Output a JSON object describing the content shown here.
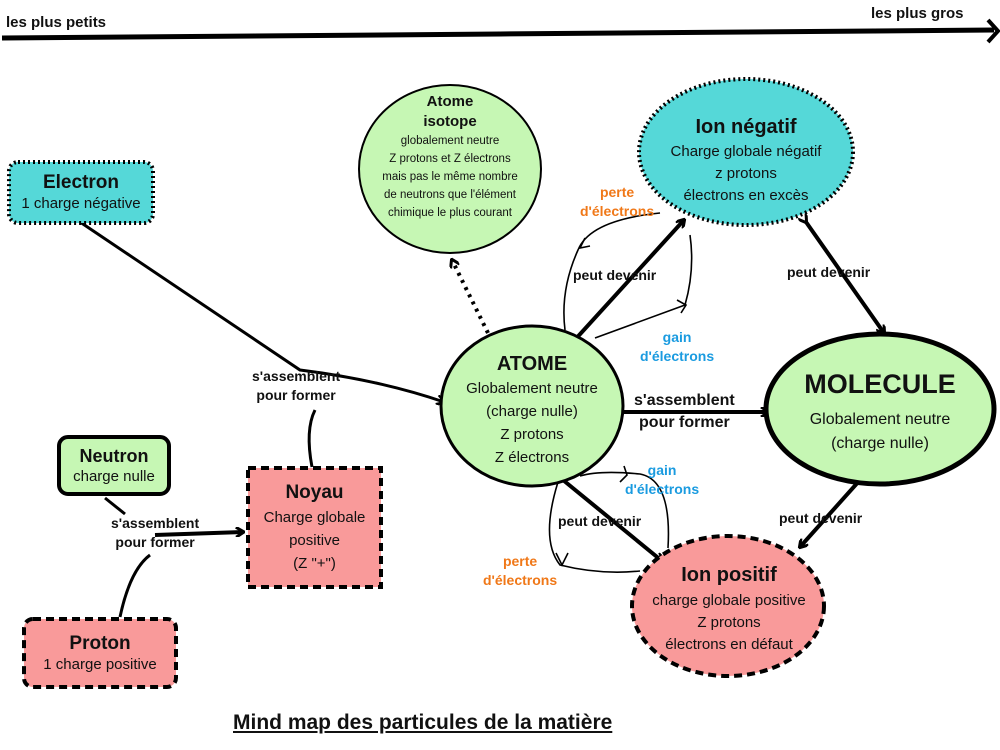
{
  "scale": {
    "left_label": "les plus petits",
    "right_label": "les plus gros"
  },
  "colors": {
    "green": "#c6f7b4",
    "cyan": "#55d8d8",
    "pink": "#f99a9a",
    "orange_text": "#f07818",
    "blue_text": "#1a9be0"
  },
  "nodes": {
    "electron": {
      "title": "Electron",
      "lines": [
        "1 charge négative"
      ]
    },
    "neutron": {
      "title": "Neutron",
      "lines": [
        "charge nulle"
      ]
    },
    "proton": {
      "title": "Proton",
      "lines": [
        "1 charge positive"
      ]
    },
    "noyau": {
      "title": "Noyau",
      "lines": [
        "Charge globale",
        "positive",
        "(Z \"+\")"
      ]
    },
    "isotope": {
      "title_1": "Atome",
      "title_2": "isotope",
      "lines": [
        "globalement neutre",
        "Z protons et Z électrons",
        "mais pas le même nombre",
        "de neutrons que l'élément",
        "chimique le plus courant"
      ]
    },
    "atome": {
      "title": "ATOME",
      "lines": [
        "Globalement neutre",
        "(charge nulle)",
        "Z protons",
        "Z électrons"
      ]
    },
    "ion_negatif": {
      "title": "Ion négatif",
      "lines": [
        "Charge globale négatif",
        "z protons",
        "électrons en excès"
      ]
    },
    "molecule": {
      "title": "MOLECULE",
      "lines": [
        "Globalement neutre",
        "(charge nulle)"
      ]
    },
    "ion_positif": {
      "title": "Ion positif",
      "lines": [
        "charge globale positive",
        "Z protons",
        "électrons en défaut"
      ]
    }
  },
  "links": {
    "assemble_1": [
      "s'assemblent",
      "pour former"
    ],
    "assemble_2": [
      "s'assemblent",
      "pour former"
    ],
    "assemble_3": [
      "s'assemblent",
      "pour former"
    ],
    "peut_devenir": "peut devenir",
    "perte": [
      "perte",
      "d'électrons"
    ],
    "gain": [
      "gain",
      "d'électrons"
    ]
  },
  "title": "Mind map des particules de la matière"
}
